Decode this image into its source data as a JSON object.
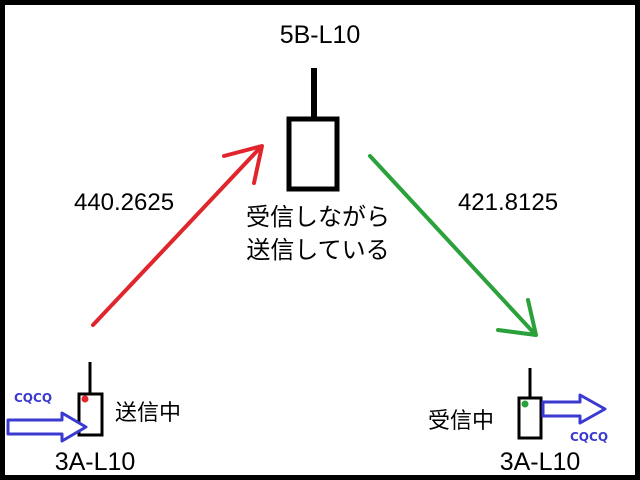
{
  "repeater": {
    "callsign": "5B-L10",
    "status_line1": "受信しながら",
    "status_line2": "送信している"
  },
  "uplink": {
    "frequency": "440.2625",
    "color": "#e0262c"
  },
  "downlink": {
    "frequency": "421.8125",
    "color": "#2aa13a"
  },
  "transmitter": {
    "callsign": "3A-L10",
    "status": "送信中",
    "call_text": "CQCQ",
    "led_color": "#e0262c"
  },
  "receiver": {
    "callsign": "3A-L10",
    "status": "受信中",
    "call_text": "CQCQ",
    "led_color": "#2aa13a"
  },
  "signal_color": "#3a3ad0",
  "icons": [
    "repeater-radio-icon",
    "handheld-radio-icon",
    "signal-arrow-icon"
  ]
}
